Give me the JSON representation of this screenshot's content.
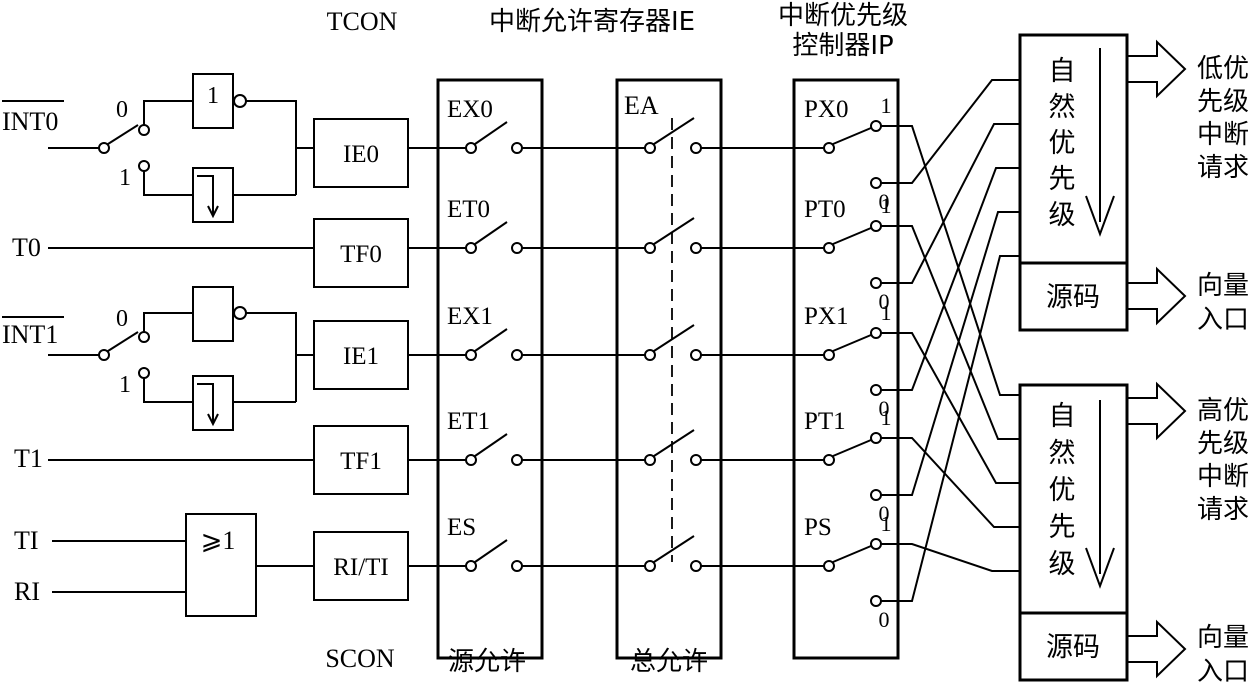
{
  "headers": {
    "tcon": "TCON",
    "ie_register": "中断允许寄存器IE",
    "ip_line1": "中断优先级",
    "ip_line2": "控制器IP",
    "scon": "SCON",
    "source_enable": "源允许",
    "global_enable": "总允许"
  },
  "inputs": {
    "int0": "INT0",
    "t0": "T0",
    "int1": "INT1",
    "t1": "T1",
    "ti": "TI",
    "ri": "RI"
  },
  "select": {
    "zero": "0",
    "one": "1",
    "not_gate": "1",
    "or_gate": "⩾1"
  },
  "flags": [
    "IE0",
    "TF0",
    "IE1",
    "TF1",
    "RI/TI"
  ],
  "ie_bits": [
    "EX0",
    "ET0",
    "EX1",
    "ET1",
    "ES"
  ],
  "global_bit": "EA",
  "ip_bits": [
    "PX0",
    "PT0",
    "PX1",
    "PT1",
    "PS"
  ],
  "ip_pos": {
    "one": "1",
    "zero": "0"
  },
  "priority_low": {
    "natural": [
      "自",
      "然",
      "优",
      "先",
      "级"
    ],
    "vector": "源码",
    "output": [
      "低优",
      "先级",
      "中断",
      "请求"
    ],
    "entry": [
      "向量",
      "入口"
    ]
  },
  "priority_high": {
    "natural": [
      "自",
      "然",
      "优",
      "先",
      "级"
    ],
    "vector": "源码",
    "output": [
      "高优",
      "先级",
      "中断",
      "请求"
    ],
    "entry": [
      "向量",
      "入口"
    ]
  }
}
